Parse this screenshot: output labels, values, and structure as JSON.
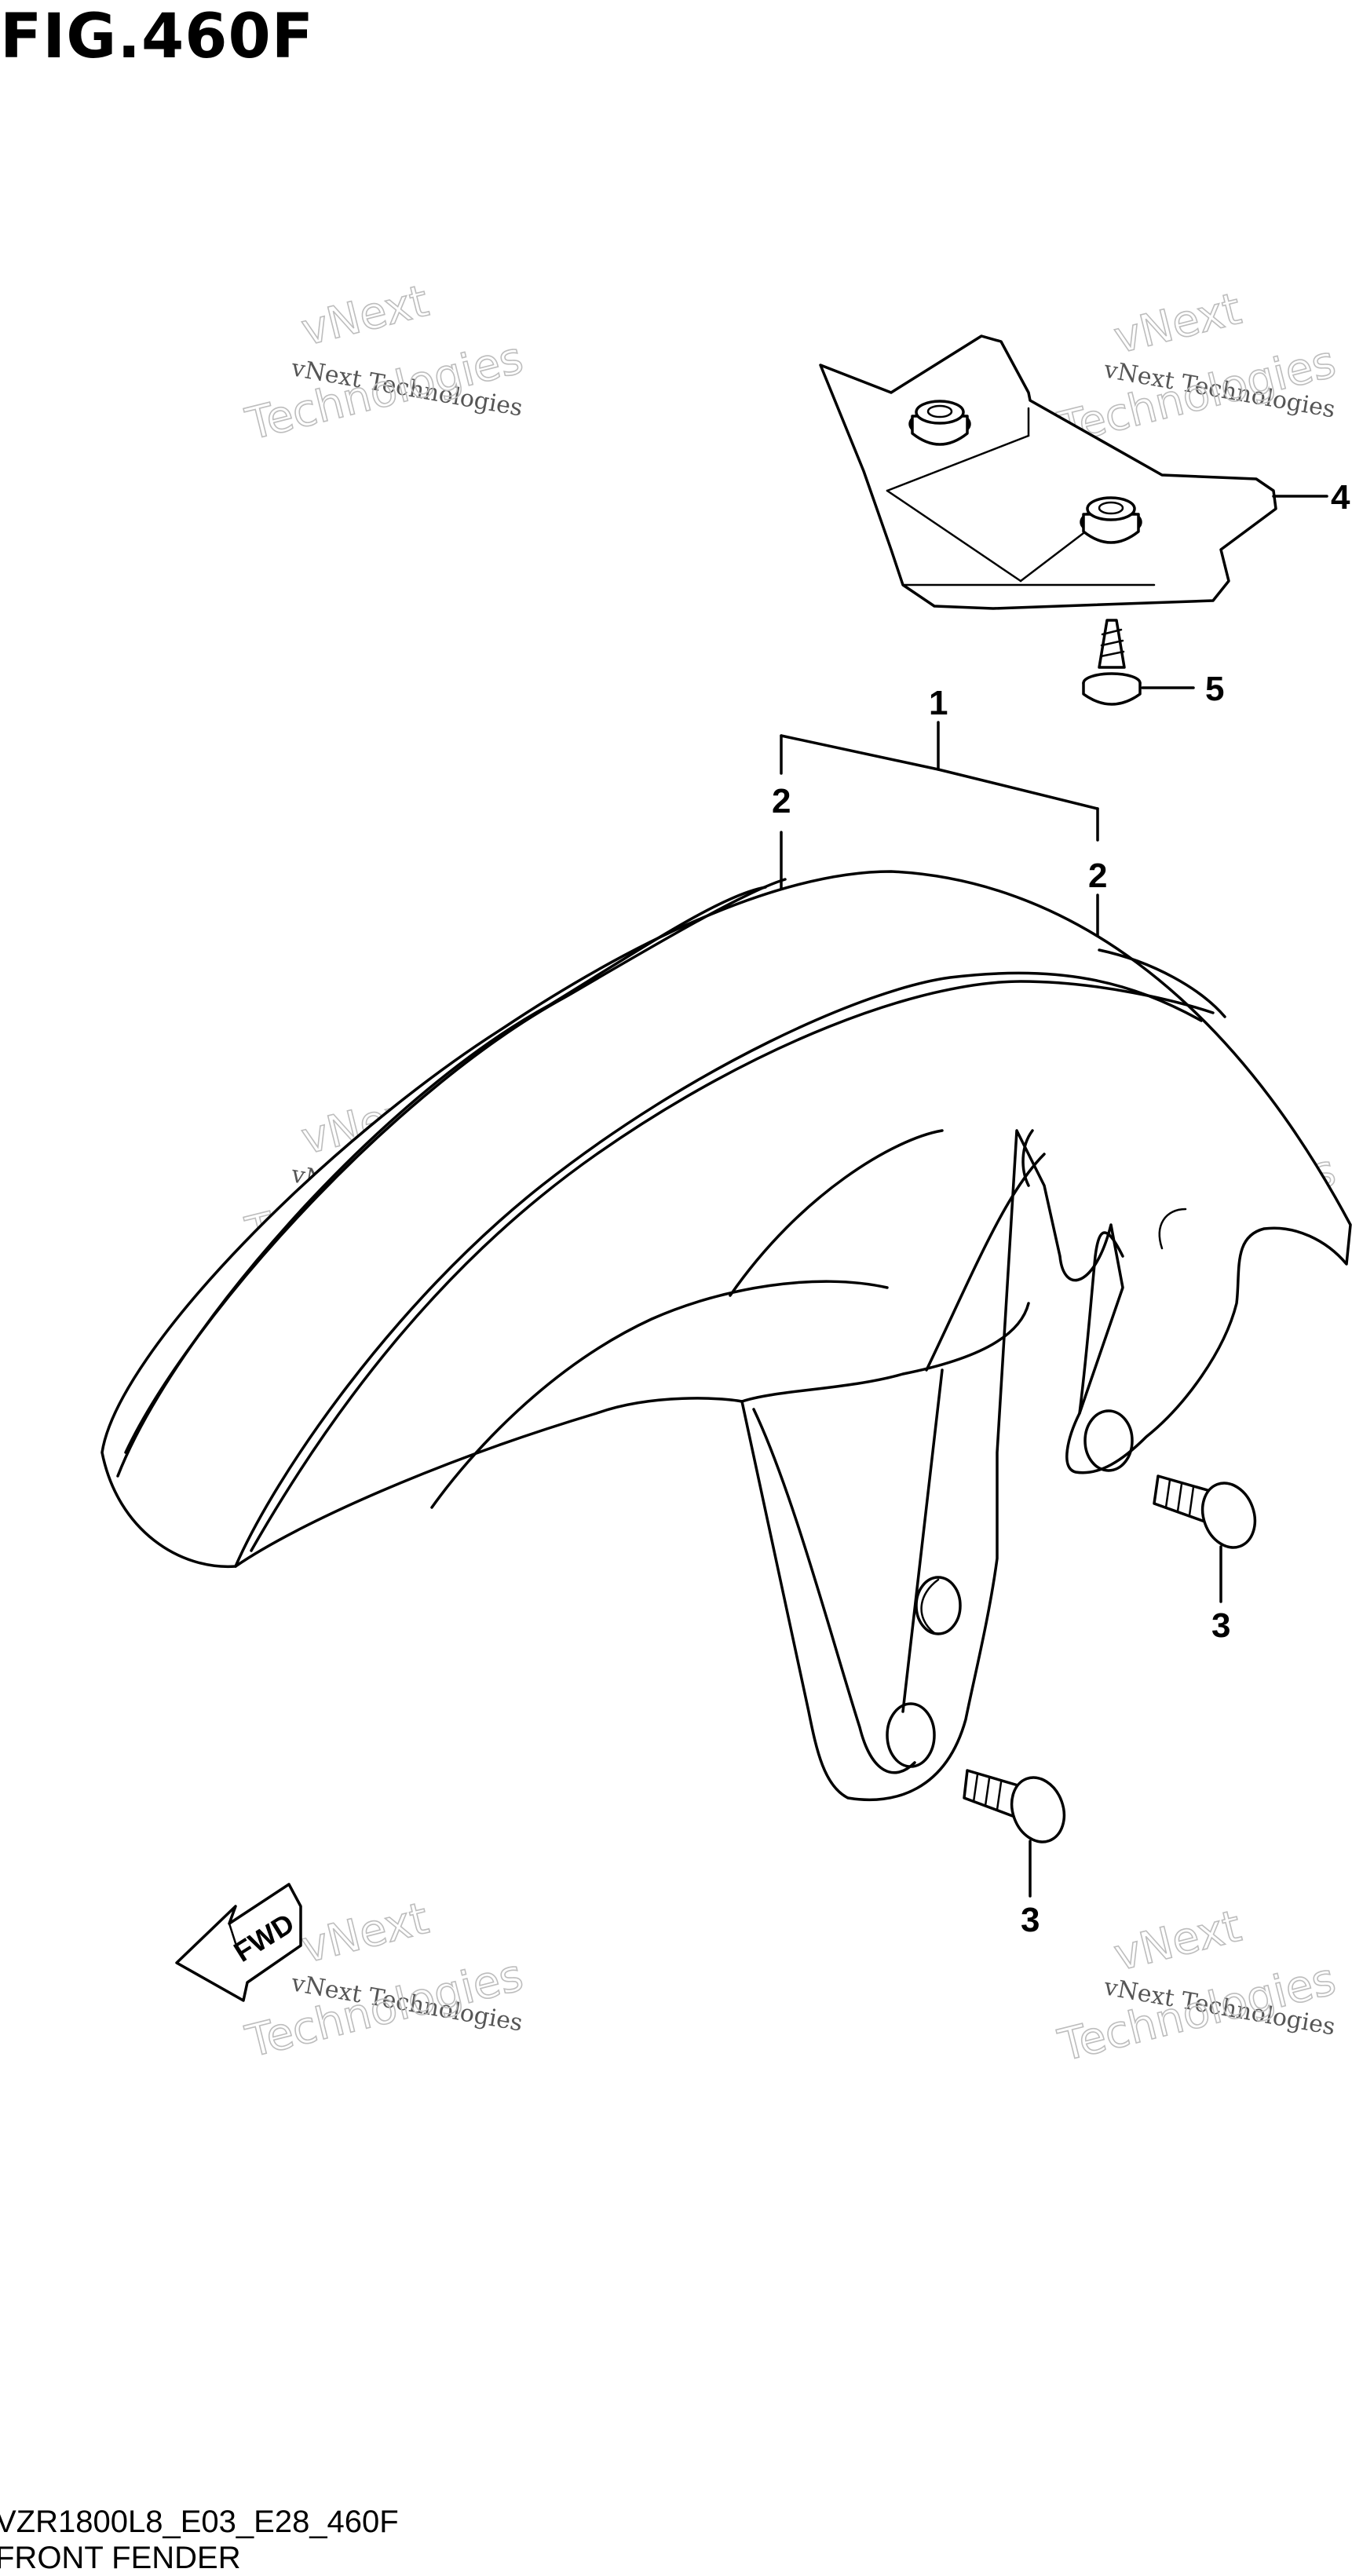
{
  "figure": {
    "title": "FIG.460F"
  },
  "footer": {
    "model_code": "VZR1800L8_E03_E28_460F",
    "section_name": "FRONT FENDER"
  },
  "callouts": [
    "1",
    "2",
    "2",
    "3",
    "3",
    "4",
    "5"
  ],
  "watermark": {
    "line_small": "vNext Technologies",
    "line_large": "Technologies",
    "line_top": "vNext"
  },
  "badge": {
    "direction_label": "FWD"
  }
}
